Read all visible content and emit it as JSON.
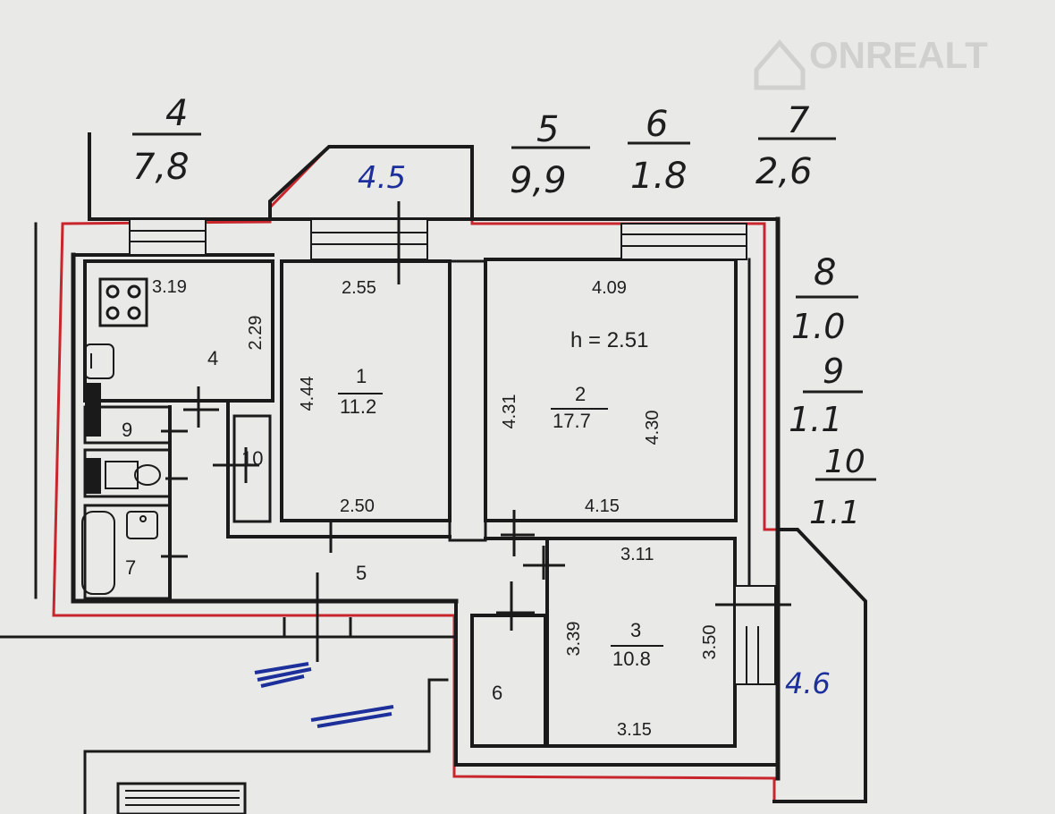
{
  "watermark": {
    "text": "ONREALT",
    "color": "#d0d0cf"
  },
  "colors": {
    "wall": "#1a1a1a",
    "outline": "#c8262c",
    "paper": "#e9e9e7",
    "ink_blue": "#1c2f9a"
  },
  "ceiling_height": "h  =  2.51",
  "rooms": [
    {
      "number": "1",
      "area": "11.2"
    },
    {
      "number": "2",
      "area": "17.7"
    },
    {
      "number": "3",
      "area": "10.8"
    },
    {
      "number": "4"
    },
    {
      "number": "5"
    },
    {
      "number": "6"
    },
    {
      "number": "7"
    },
    {
      "number": "9"
    },
    {
      "number": "10"
    }
  ],
  "dimensions": {
    "kitchen_top": "3.19",
    "kitchen_side": "2.29",
    "room1_top": "2.55",
    "room1_side": "4.44",
    "room1_bottom": "2.50",
    "room2_top": "4.09",
    "room2_left": "4.31",
    "room2_right": "4.30",
    "room2_bottom": "4.15",
    "room3_top": "3.11",
    "room3_left": "3.39",
    "room3_right": "3.50",
    "room3_bottom": "3.15"
  },
  "handwritten_notes": {
    "balcony_top_area": "4.5",
    "balcony_right_area": "4.6",
    "legend": [
      {
        "num": "4",
        "area": "7,8"
      },
      {
        "num": "5",
        "area": "9,9"
      },
      {
        "num": "6",
        "area": "1.8"
      },
      {
        "num": "7",
        "area": "2,6"
      },
      {
        "num": "8",
        "area": "1.0"
      },
      {
        "num": "9",
        "area": "1.1"
      },
      {
        "num": "10",
        "area": "1.1"
      }
    ]
  }
}
